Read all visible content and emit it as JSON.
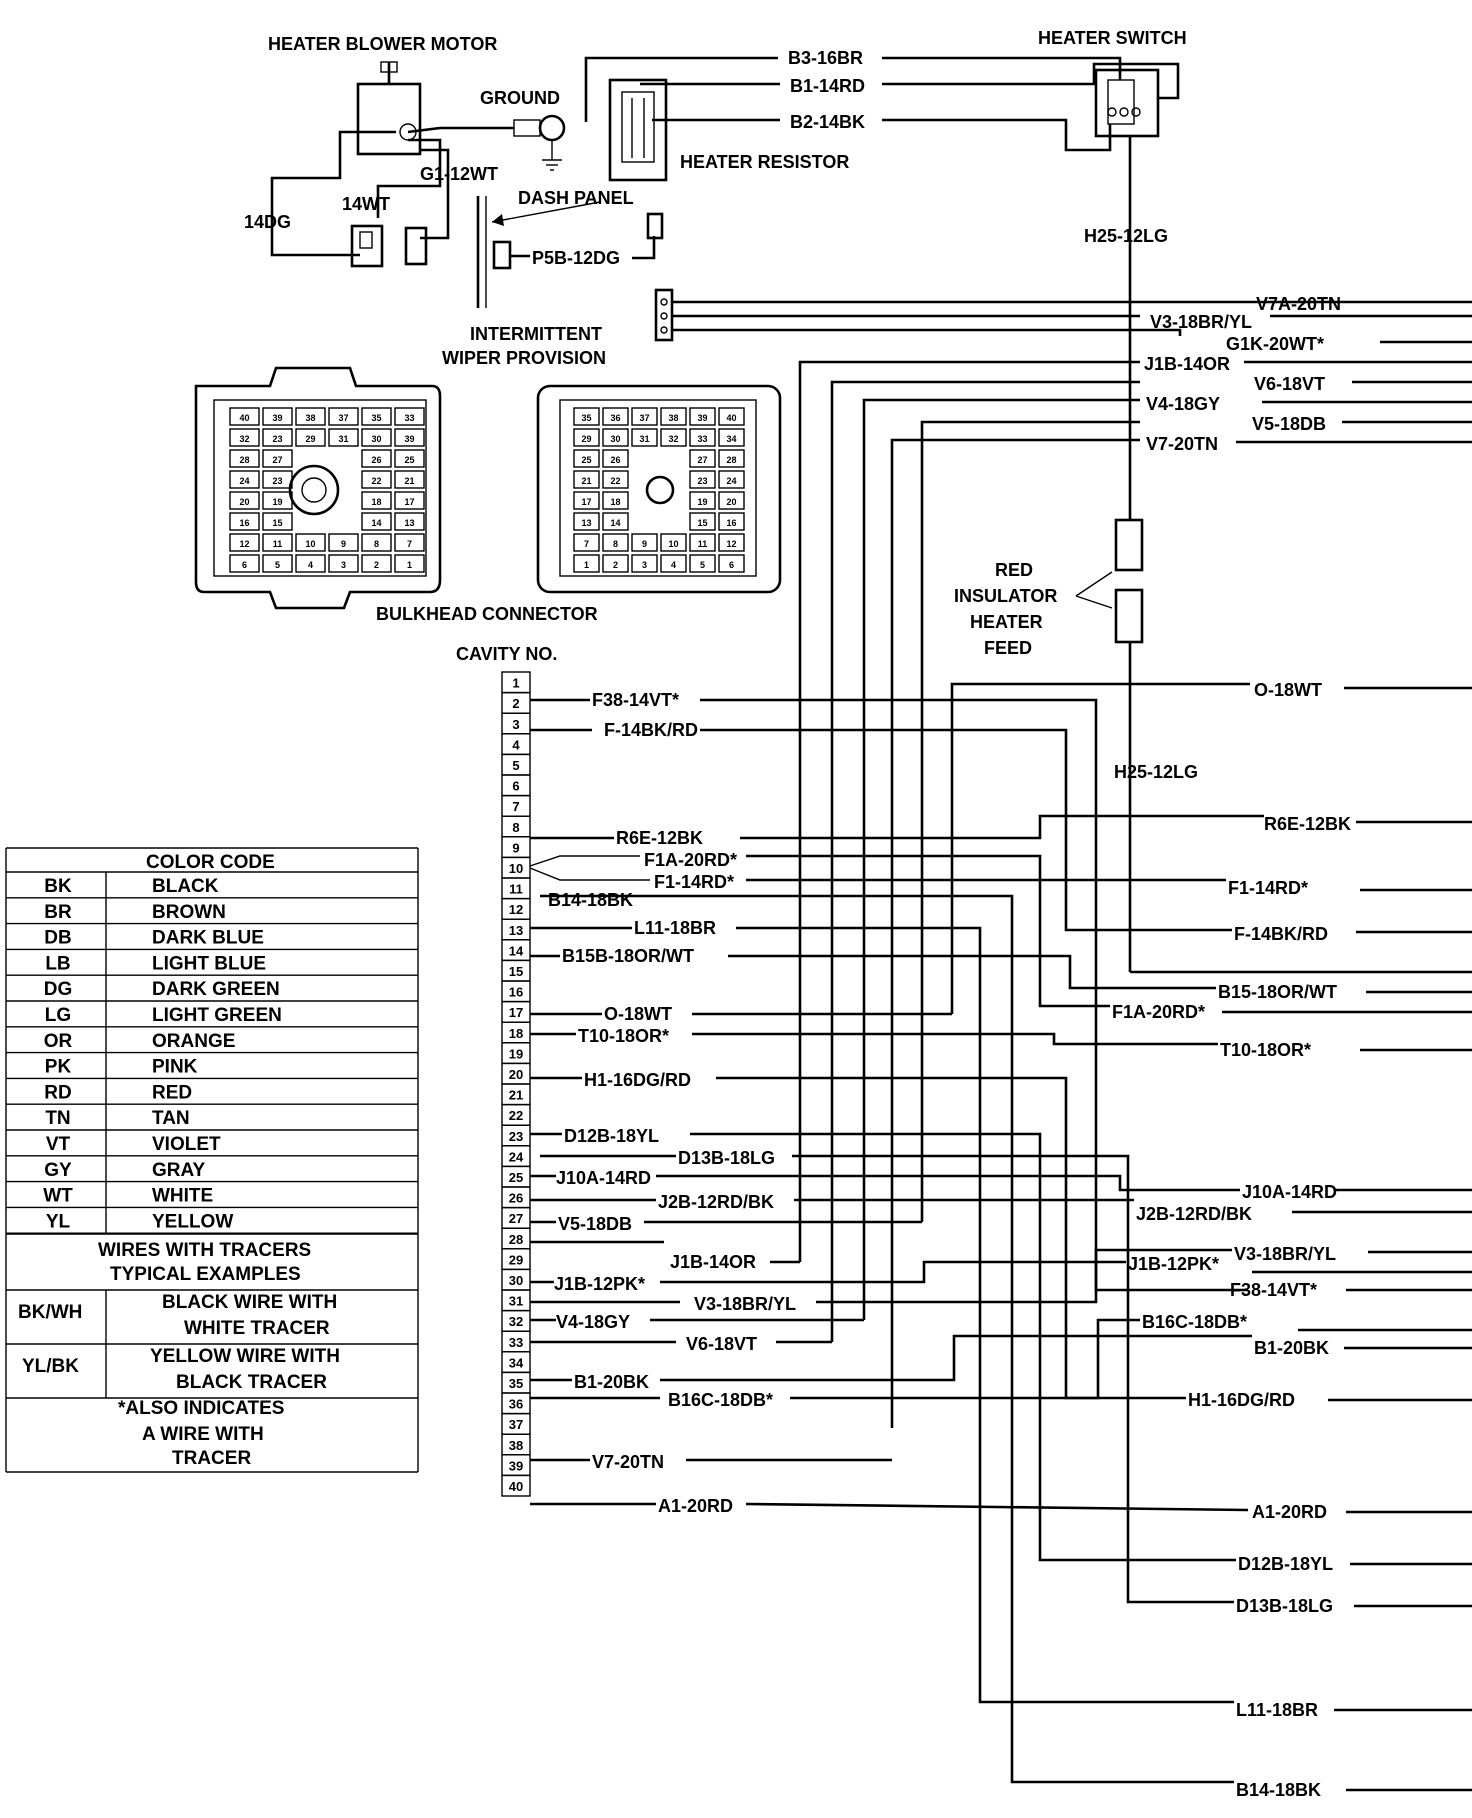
{
  "components": {
    "heater_blower_motor": "HEATER BLOWER MOTOR",
    "heater_switch": "HEATER SWITCH",
    "ground": "GROUND",
    "heater_resistor": "HEATER RESISTOR",
    "dash_panel": "DASH PANEL",
    "intermittent_line1": "INTERMITTENT",
    "intermittent_line2": "WIPER PROVISION",
    "bulkhead_connector": "BULKHEAD CONNECTOR",
    "cavity_no": "CAVITY NO.",
    "red_insulator": [
      "RED",
      "INSULATOR",
      "HEATER",
      "FEED"
    ]
  },
  "top_wires": {
    "b3": "B3-16BR",
    "b1": "B1-14RD",
    "b2": "B2-14BK",
    "g1": "G1-12WT",
    "dg14": "14DG",
    "wt14": "14WT",
    "p5b": "P5B-12DG",
    "h25_top": "H25-12LG",
    "h25_mid": "H25-12LG"
  },
  "connector_left": {
    "rows": [
      [
        "40",
        "39",
        "38",
        "37",
        "35",
        "33"
      ],
      [
        "32",
        "23",
        "29",
        "31",
        "30",
        "39"
      ],
      [
        "28",
        "27",
        "",
        "",
        "26",
        "25"
      ],
      [
        "24",
        "23",
        "",
        "",
        "22",
        "21"
      ],
      [
        "20",
        "19",
        "",
        "",
        "18",
        "17"
      ],
      [
        "16",
        "15",
        "",
        "",
        "14",
        "13"
      ],
      [
        "12",
        "11",
        "10",
        "9",
        "8",
        "7"
      ],
      [
        "6",
        "5",
        "4",
        "3",
        "2",
        "1"
      ]
    ]
  },
  "connector_right": {
    "rows": [
      [
        "35",
        "36",
        "37",
        "38",
        "39",
        "40"
      ],
      [
        "29",
        "30",
        "31",
        "32",
        "33",
        "34"
      ],
      [
        "25",
        "26",
        "",
        "",
        "27",
        "28"
      ],
      [
        "21",
        "22",
        "",
        "",
        "23",
        "24"
      ],
      [
        "17",
        "18",
        "",
        "",
        "19",
        "20"
      ],
      [
        "13",
        "14",
        "",
        "",
        "15",
        "16"
      ],
      [
        "7",
        "8",
        "9",
        "10",
        "11",
        "12"
      ],
      [
        "1",
        "2",
        "3",
        "4",
        "5",
        "6"
      ]
    ]
  },
  "cavities": [
    "1",
    "2",
    "3",
    "4",
    "5",
    "6",
    "7",
    "8",
    "9",
    "10",
    "11",
    "12",
    "13",
    "14",
    "15",
    "16",
    "17",
    "18",
    "19",
    "20",
    "21",
    "22",
    "23",
    "24",
    "25",
    "26",
    "27",
    "28",
    "29",
    "30",
    "31",
    "32",
    "33",
    "34",
    "35",
    "36",
    "37",
    "38",
    "39",
    "40"
  ],
  "cavity_wire_labels": {
    "c2": "F38-14VT*",
    "c3": "F-14BK/RD",
    "c8": "R6E-12BK",
    "c9a": "F1A-20RD*",
    "c9b": "F1-14RD*",
    "c10": "B14-18BK",
    "c11": "L11-18BR",
    "c12": "B15B-18OR/WT",
    "c15": "O-18WT",
    "c16": "T10-18OR*",
    "c18": "H1-16DG/RD",
    "c21": "D12B-18YL",
    "c22": "D13B-18LG",
    "c23": "J10A-14RD",
    "c24": "J2B-12RD/BK",
    "c26": "V5-18DB",
    "c27": "J1B-14OR",
    "c28": "J1B-12PK*",
    "c29": "V3-18BR/YL",
    "c30": "V4-18GY",
    "c31": "V6-18VT",
    "c33": "B1-20BK",
    "c34": "B16C-18DB*",
    "c37": "V7-20TN",
    "c39": "A1-20RD"
  },
  "right_wire_labels": {
    "r_v7a": "V7A-20TN",
    "r_v3": "V3-18BR/YL",
    "r_g1k": "G1K-20WT*",
    "r_j1b": "J1B-14OR",
    "r_v6": "V6-18VT",
    "r_v4": "V4-18GY",
    "r_v5": "V5-18DB",
    "r_v7": "V7-20TN",
    "r_o": "O-18WT",
    "r_r6e": "R6E-12BK",
    "r_f1": "F1-14RD*",
    "r_f": "F-14BK/RD",
    "r_b15": "B15-18OR/WT",
    "r_f1a": "F1A-20RD*",
    "r_t10": "T10-18OR*",
    "r_j10a": "J10A-14RD",
    "r_j2b": "J2B-12RD/BK",
    "r_v3b": "V3-18BR/YL",
    "r_j1bpk": "J1B-12PK*",
    "r_f38": "F38-14VT*",
    "r_b16c": "B16C-18DB*",
    "r_b1": "B1-20BK",
    "r_h1": "H1-16DG/RD",
    "r_a1": "A1-20RD",
    "r_d12b": "D12B-18YL",
    "r_d13b": "D13B-18LG",
    "r_l11": "L11-18BR",
    "r_b14": "B14-18BK"
  },
  "color_code": {
    "title": "COLOR CODE",
    "rows": [
      {
        "code": "BK",
        "name": "BLACK"
      },
      {
        "code": "BR",
        "name": "BROWN"
      },
      {
        "code": "DB",
        "name": "DARK BLUE"
      },
      {
        "code": "LB",
        "name": "LIGHT BLUE"
      },
      {
        "code": "DG",
        "name": "DARK GREEN"
      },
      {
        "code": "LG",
        "name": "LIGHT GREEN"
      },
      {
        "code": "OR",
        "name": "ORANGE"
      },
      {
        "code": "PK",
        "name": "PINK"
      },
      {
        "code": "RD",
        "name": "RED"
      },
      {
        "code": "TN",
        "name": "TAN"
      },
      {
        "code": "VT",
        "name": "VIOLET"
      },
      {
        "code": "GY",
        "name": "GRAY"
      },
      {
        "code": "WT",
        "name": "WHITE"
      },
      {
        "code": "YL",
        "name": "YELLOW"
      }
    ],
    "tracer_title1": "WIRES WITH TRACERS",
    "tracer_title2": "TYPICAL EXAMPLES",
    "tracer_rows": [
      {
        "code": "BK/WH",
        "line1": "BLACK WIRE WITH",
        "line2": "WHITE TRACER"
      },
      {
        "code": "YL/BK",
        "line1": "YELLOW WIRE WITH",
        "line2": "BLACK TRACER"
      }
    ],
    "footnote1": "*ALSO INDICATES",
    "footnote2": "A WIRE WITH",
    "footnote3": "TRACER"
  }
}
